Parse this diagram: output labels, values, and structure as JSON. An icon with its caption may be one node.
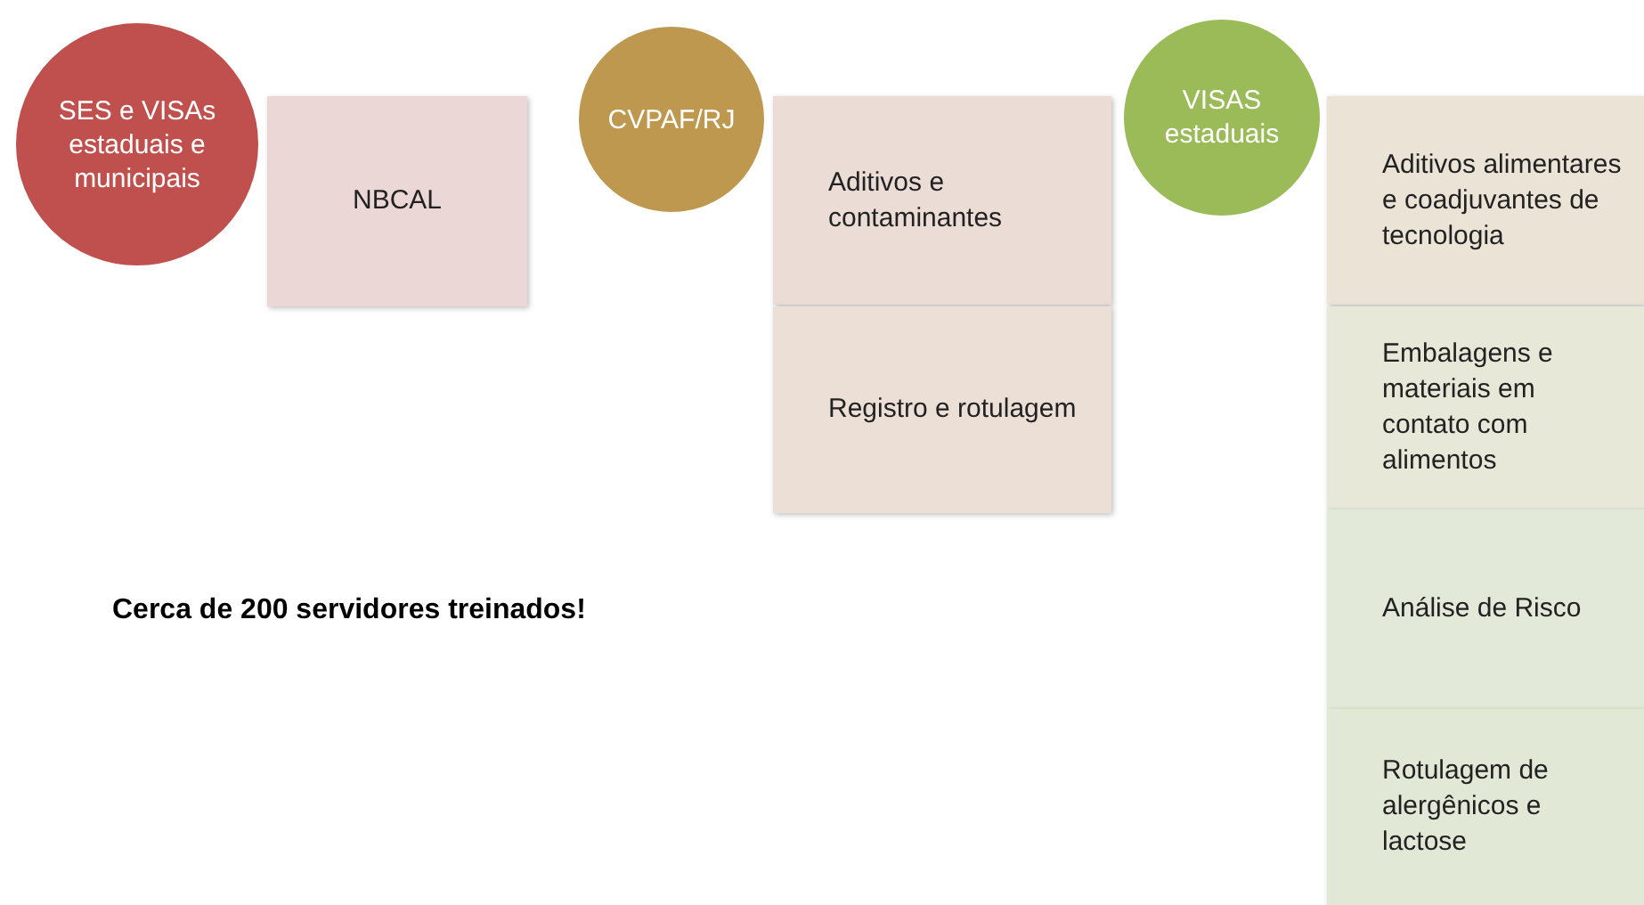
{
  "diagram": {
    "nodes": [
      {
        "text": [
          "SES e VISAs estaduais e municipais"
        ]
      },
      {
        "text": [
          "NBCAL"
        ]
      },
      {
        "text": [
          "CVPAF/RJ"
        ]
      },
      {
        "text": [
          "Aditivos e contaminantes"
        ]
      },
      {
        "text": [
          "Registro e rotulagem"
        ]
      },
      {
        "text": [
          "VISAS estaduais"
        ]
      },
      {
        "text": [
          "Aditivos alimentares e coadjuvantes de tecnologia"
        ]
      },
      {
        "text": [
          "Embalagens e materiais em contato com alimentos"
        ]
      },
      {
        "text": [
          "Análise de Risco"
        ]
      },
      {
        "text": [
          "Rotulagem de alergênicos e lactose"
        ]
      }
    ],
    "labels": [
      "Cerca de 200 servidores treinados!"
    ]
  }
}
